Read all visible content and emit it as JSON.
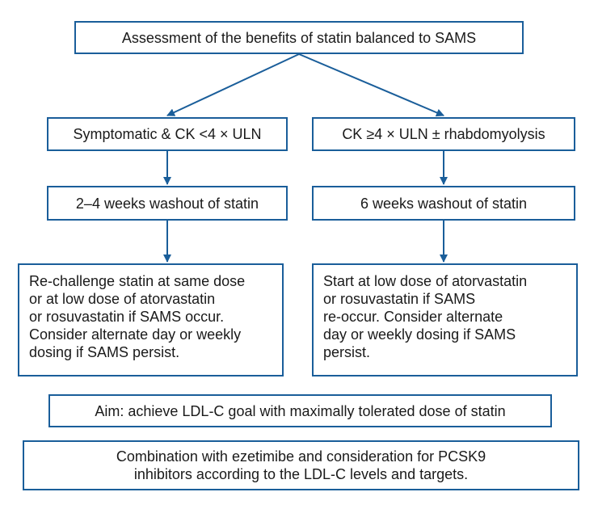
{
  "flowchart": {
    "top": "Assessment of the benefits of statin balanced to SAMS",
    "left": {
      "condition": "Symptomatic & CK <4 × ULN",
      "washout": "2–4 weeks washout of statin",
      "action_lines": [
        "Re-challenge statin at same dose",
        "or at low dose of atorvastatin",
        "or rosuvastatin if SAMS occur.",
        "Consider alternate day or weekly",
        "dosing if SAMS persist."
      ]
    },
    "right": {
      "condition": "CK ≥4 × ULN ± rhabdomyolysis",
      "washout": "6 weeks washout of statin",
      "action_lines": [
        "Start at low dose of atorvastatin",
        "or rosuvastatin if SAMS",
        "re-occur. Consider alternate",
        "day or weekly dosing if SAMS",
        "persist."
      ]
    },
    "aim": "Aim: achieve LDL-C goal with maximally tolerated dose of statin",
    "combination_lines": [
      "Combination with ezetimibe and consideration for PCSK9",
      "inhibitors according to the LDL-C levels and targets."
    ]
  },
  "colors": {
    "box_border": "#1a5e9a",
    "arrow": "#1a5e9a",
    "text": "#1a1a1a"
  }
}
